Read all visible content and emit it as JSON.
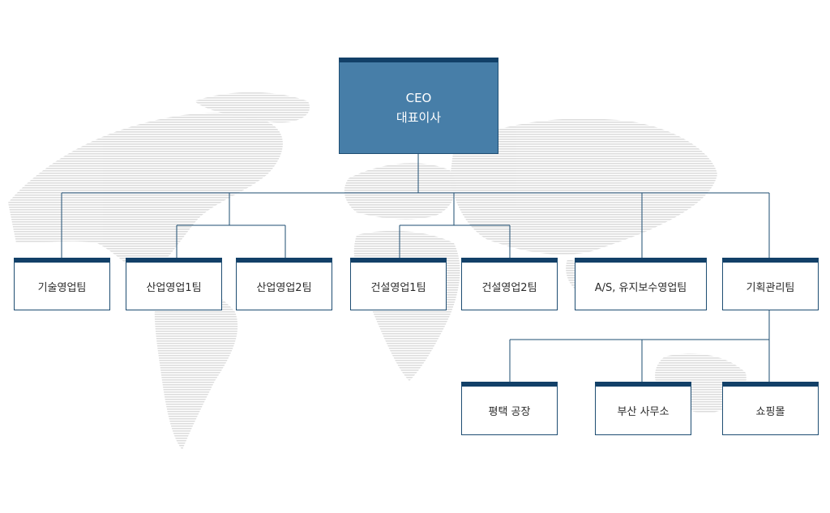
{
  "ceo": {
    "line1": "CEO",
    "line2": "대표이사"
  },
  "teams": {
    "tech_sales": "기술영업팀",
    "industrial_sales_1": "산업영업1팀",
    "industrial_sales_2": "산업영업2팀",
    "construction_sales_1": "건설영업1팀",
    "construction_sales_2": "건설영업2팀",
    "as_maintenance_sales": "A/S, 유지보수영업팀",
    "planning_management": "기획관리팀"
  },
  "sub_units": {
    "pyeongtaek_plant": "평택 공장",
    "busan_office": "부산 사무소",
    "shopping_mall": "쇼핑몰"
  },
  "colors": {
    "ceo_fill": "#477ea8",
    "box_top_bar": "#124068",
    "connector": "#1e4d72",
    "map_stripes": "#d9d9d9"
  }
}
